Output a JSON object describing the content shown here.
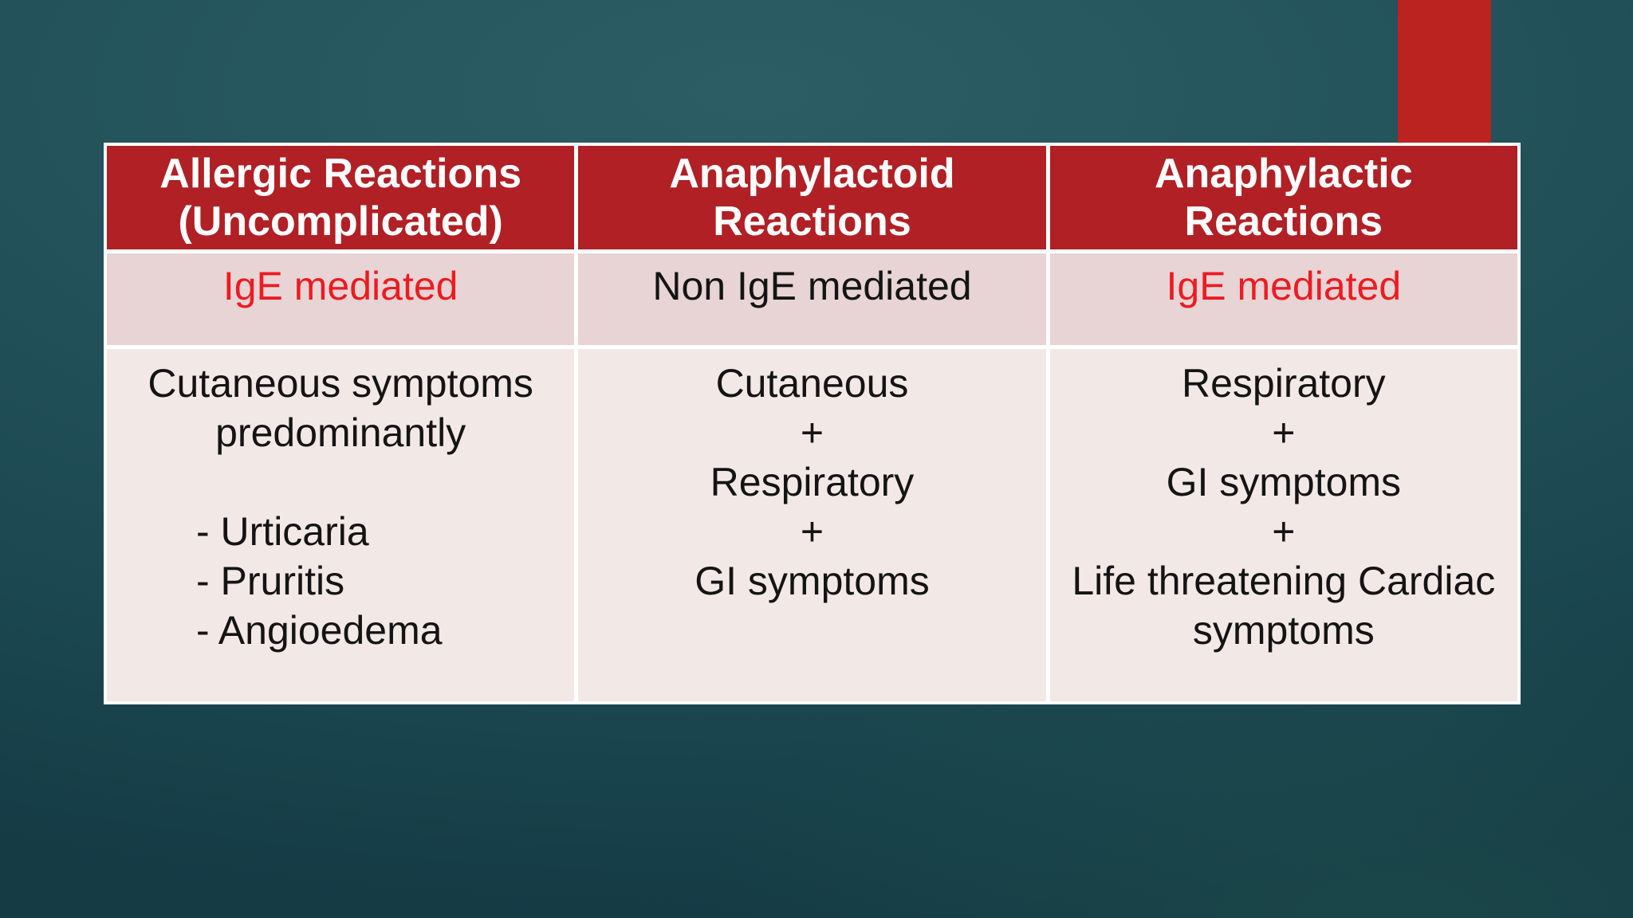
{
  "colors": {
    "background_teal_light": "#2c5d65",
    "background_teal": "#23525a",
    "background_teal_dark": "#1b4750",
    "background_teal_darker": "#153b45",
    "header_red": "#b02025",
    "accent_bar_red": "#bb2321",
    "row_mediation_bg": "#e8d4d4",
    "row_symptoms_bg": "#f2e9e7",
    "ige_red_text": "#ed1b22",
    "body_text": "#141414",
    "cell_border_white": "#ffffff"
  },
  "table": {
    "columns": [
      {
        "header": [
          "Allergic Reactions",
          "(Uncomplicated)"
        ],
        "mediation": {
          "text": "IgE mediated",
          "color": "#ed1b22"
        },
        "symptoms_title": [
          "Cutaneous symptoms",
          "predominantly"
        ],
        "symptoms_bullets": [
          "- Urticaria",
          "- Pruritis",
          "- Angioedema"
        ]
      },
      {
        "header": [
          "Anaphylactoid",
          "Reactions"
        ],
        "mediation": {
          "text": "Non IgE mediated",
          "color": "#141414"
        },
        "symptoms_lines": [
          "Cutaneous",
          "+",
          "Respiratory",
          "+",
          "GI symptoms"
        ]
      },
      {
        "header": [
          "Anaphylactic",
          "Reactions"
        ],
        "mediation": {
          "text": "IgE mediated",
          "color": "#ed1b22"
        },
        "symptoms_lines": [
          "Respiratory",
          "+",
          "GI symptoms",
          "+",
          "Life threatening Cardiac",
          "symptoms"
        ]
      }
    ]
  }
}
